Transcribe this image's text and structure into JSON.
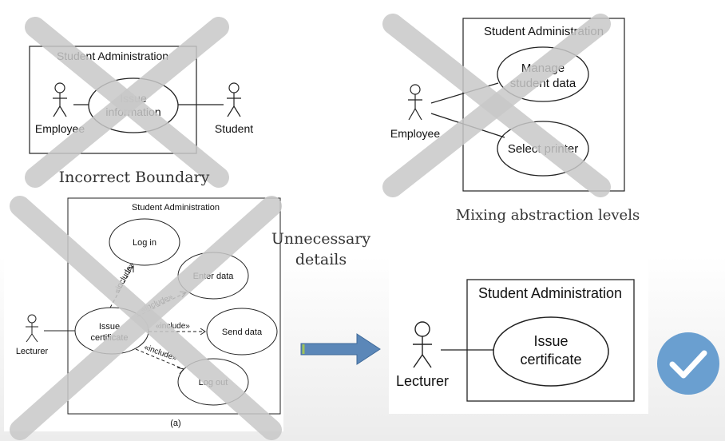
{
  "diagram1": {
    "system": "Student Administration",
    "use_case": [
      "Issue",
      "information"
    ],
    "actor_left": "Employee",
    "actor_right": "Student",
    "caption": "Incorrect Boundary"
  },
  "diagram2": {
    "system": "Student Administration",
    "use_case_1": [
      "Manage",
      "student data"
    ],
    "use_case_2": "Select printer",
    "actor": "Employee",
    "caption": "Mixing abstraction levels"
  },
  "diagram3": {
    "system": "Student Administration",
    "actor": "Lecturer",
    "main_use_case": [
      "Issue",
      "certificate"
    ],
    "log_in": "Log in",
    "enter_data": "Enter data",
    "send_data": "Send data",
    "log_out": "Log out",
    "include": "«include»",
    "sublabel": "(a)",
    "caption": [
      "Unnecessary",
      "details"
    ]
  },
  "diagram4": {
    "system": "Student Administration",
    "use_case": [
      "Issue",
      "certificate"
    ],
    "actor": "Lecturer"
  },
  "colors": {
    "cross": "#c8c8c8",
    "arrow": "#5b87b8",
    "check": "#6a9fd0"
  },
  "icons": [
    "cross-mark-icon",
    "right-arrow-icon",
    "checkmark-icon"
  ]
}
